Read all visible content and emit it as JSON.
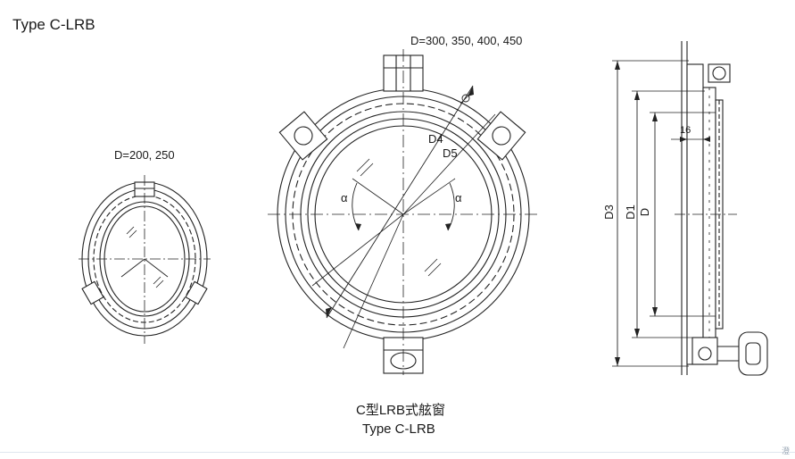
{
  "title": "Type C-LRB",
  "small_view": {
    "size_label": "D=200, 250"
  },
  "large_view": {
    "size_label": "D=300, 350, 400, 450",
    "d4": "D4",
    "d5": "D5",
    "alpha_left": "α",
    "alpha_right": "α",
    "phi": "Ø"
  },
  "section_view": {
    "d3": "D3",
    "d1": "D1",
    "d": "D",
    "dim16": "16"
  },
  "caption": {
    "cn": "C型LRB式舷窗",
    "en": "Type C-LRB"
  },
  "watermark": "澄"
}
